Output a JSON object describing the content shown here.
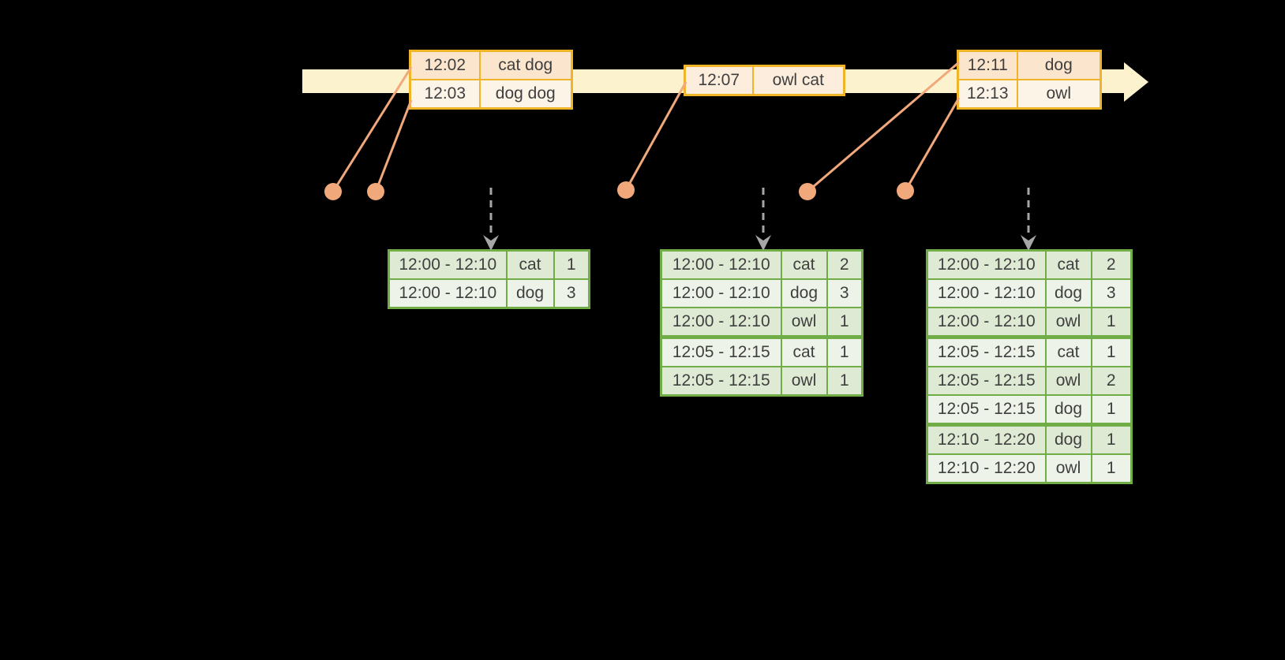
{
  "colors": {
    "background": "#000000",
    "timeline_band": "#FCF2CE",
    "event_border": "#F0B429",
    "event_row_dark": "#FBE5CD",
    "event_row_mid": "#FCEDDC",
    "event_row_light": "#FDF4E8",
    "marker": "#F1A97B",
    "result_border": "#70AD47",
    "result_row_dark": "#DFEAD4",
    "result_row_light": "#EEF3E9",
    "text": "#3F3F3F",
    "trigger_arrow": "#A6A6A6"
  },
  "event_tables": [
    {
      "rows": [
        {
          "time": "12:02",
          "words": "cat dog"
        },
        {
          "time": "12:03",
          "words": "dog dog"
        }
      ]
    },
    {
      "rows": [
        {
          "time": "12:07",
          "words": "owl cat"
        }
      ]
    },
    {
      "rows": [
        {
          "time": "12:11",
          "words": "dog"
        },
        {
          "time": "12:13",
          "words": "owl"
        }
      ]
    }
  ],
  "result_tables": [
    {
      "rows": [
        {
          "window": "12:00 - 12:10",
          "word": "cat",
          "count": "1"
        },
        {
          "window": "12:00 - 12:10",
          "word": "dog",
          "count": "3"
        }
      ]
    },
    {
      "rows": [
        {
          "window": "12:00 - 12:10",
          "word": "cat",
          "count": "2"
        },
        {
          "window": "12:00 - 12:10",
          "word": "dog",
          "count": "3"
        },
        {
          "window": "12:00 - 12:10",
          "word": "owl",
          "count": "1"
        },
        {
          "window": "12:05 - 12:15",
          "word": "cat",
          "count": "1"
        },
        {
          "window": "12:05 - 12:15",
          "word": "owl",
          "count": "1"
        }
      ]
    },
    {
      "rows": [
        {
          "window": "12:00 - 12:10",
          "word": "cat",
          "count": "2"
        },
        {
          "window": "12:00 - 12:10",
          "word": "dog",
          "count": "3"
        },
        {
          "window": "12:00 - 12:10",
          "word": "owl",
          "count": "1"
        },
        {
          "window": "12:05 - 12:15",
          "word": "cat",
          "count": "1"
        },
        {
          "window": "12:05 - 12:15",
          "word": "owl",
          "count": "2"
        },
        {
          "window": "12:05 - 12:15",
          "word": "dog",
          "count": "1"
        },
        {
          "window": "12:10 - 12:20",
          "word": "dog",
          "count": "1"
        },
        {
          "window": "12:10 - 12:20",
          "word": "owl",
          "count": "1"
        }
      ]
    }
  ]
}
